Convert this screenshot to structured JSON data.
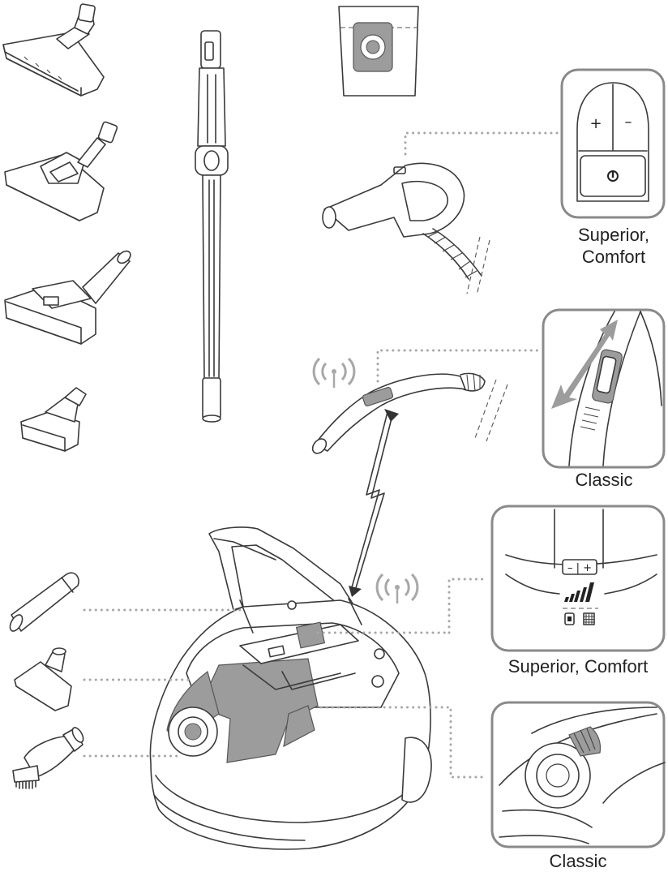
{
  "captions": {
    "handle_control_top": "Superior,\nComfort",
    "handle_control_mid": "Classic",
    "body_panel": "Superior, Comfort",
    "body_dial": "Classic"
  },
  "symbols": {
    "plus": "+",
    "minus": "–",
    "panel_minus_plus": "– | +"
  },
  "colors": {
    "line": "#3a3a3a",
    "connector": "#a8a8a8",
    "accent_gray": "#9c9c9c",
    "frame": "#8a8a8a"
  }
}
